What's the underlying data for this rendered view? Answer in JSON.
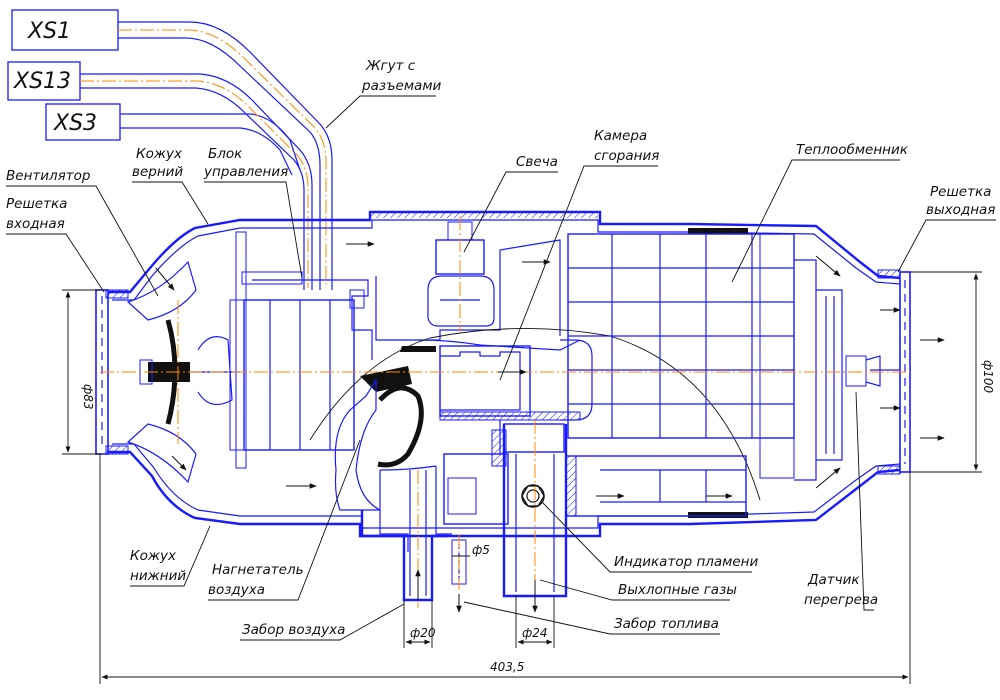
{
  "connectors": [
    "XS1",
    "XS13",
    "XS3"
  ],
  "labels": {
    "harness_1": "Жгут с",
    "harness_2": "разъемами",
    "fan": "Вентилятор",
    "grille_in_1": "Решетка",
    "grille_in_2": "входная",
    "casing_top_1": "Кожух",
    "casing_top_2": "верний",
    "control_1": "Блок",
    "control_2": "управления",
    "plug": "Свеча",
    "chamber_1": "Камера",
    "chamber_2": "сгорания",
    "exchanger": "Теплообменник",
    "grille_out_1": "Решетка",
    "grille_out_2": "выходная",
    "casing_bottom_1": "Кожух",
    "casing_bottom_2": "нижний",
    "blower_1": "Нагнетатель",
    "blower_2": "воздуха",
    "flame_indicator": "Индикатор пламени",
    "exhaust": "Выхлопные газы",
    "fuel_intake": "Забор топлива",
    "air_intake": "Забор воздуха",
    "sensor_1": "Датчик",
    "sensor_2": "перегрева"
  },
  "dimensions": {
    "inlet_diameter": "ф83",
    "outlet_diameter": "ф100",
    "air_pipe": "ф20",
    "exhaust_pipe": "ф24",
    "fuel_pipe": "ф5",
    "total_length": "403,5"
  }
}
